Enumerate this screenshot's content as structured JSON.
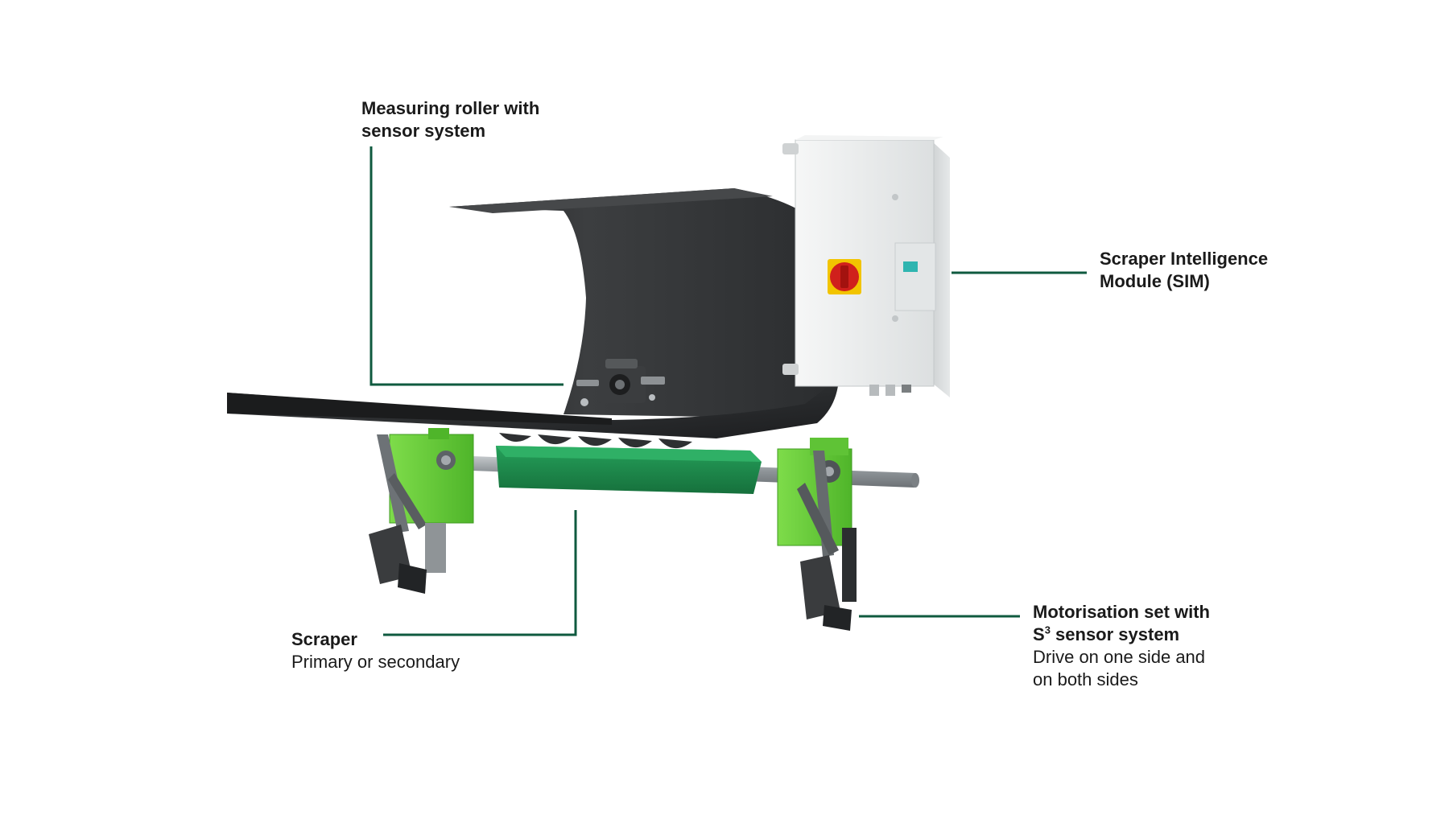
{
  "colors": {
    "callout_line": "#0f5a3f",
    "belt": "#2b2d2f",
    "scraper_green": "#1f8a4c",
    "bracket_green": "#6fd23c",
    "box_white": "#eceeee",
    "switch_red": "#d0201c",
    "switch_yellow": "#f2c400",
    "screen_teal": "#2fb5b0",
    "shaft_grey": "#9aa0a4",
    "motor_dark": "#333638"
  },
  "labels": {
    "measuring_roller": {
      "title_line1": "Measuring roller with",
      "title_line2": "sensor system"
    },
    "sim": {
      "title_line1": "Scraper Intelligence",
      "title_line2": "Module (SIM)"
    },
    "scraper": {
      "title": "Scraper",
      "subtitle": "Primary or secondary"
    },
    "motorisation": {
      "title_line1": "Motorisation set with",
      "title_line2_prefix": "S",
      "title_line2_sup": "3",
      "title_line2_suffix": " sensor system",
      "subtitle_line1": "Drive on one side and",
      "subtitle_line2": "on both sides"
    }
  },
  "icons": {
    "main_switch": "red-rotary-switch-icon",
    "display": "status-display-icon"
  }
}
